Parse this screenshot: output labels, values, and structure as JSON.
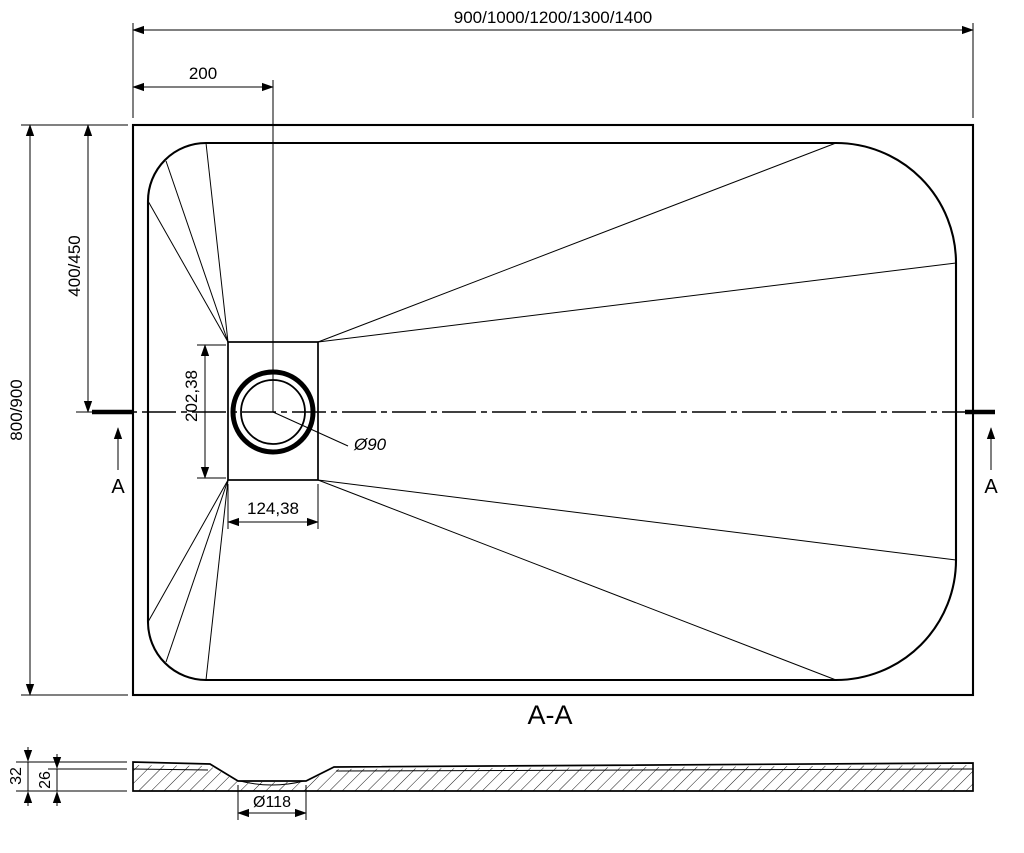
{
  "dimensions": {
    "overall_width": "900/1000/1200/1300/1400",
    "drain_offset_x": "200",
    "overall_depth": "800/900",
    "drain_offset_y": "400/450",
    "drain_center_height": "202,38",
    "drain_box_width": "124,38",
    "drain_diameter": "Ø90",
    "section_height_total": "32",
    "section_height_inner": "26",
    "drain_recess_diameter": "Ø118"
  },
  "labels": {
    "section_letter": "A",
    "section_title": "A-A"
  },
  "colors": {
    "line": "#000000",
    "background": "#ffffff"
  }
}
